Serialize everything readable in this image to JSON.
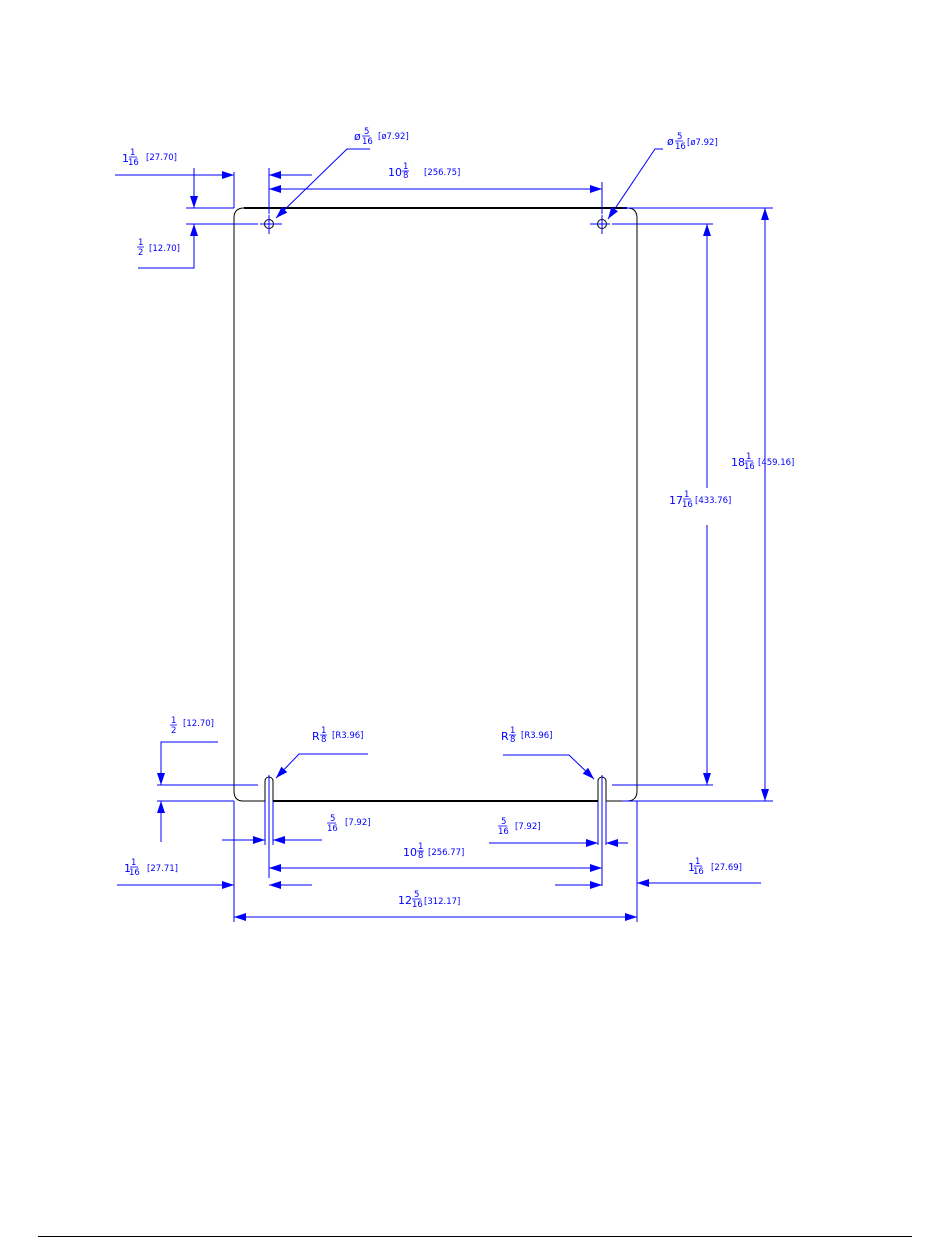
{
  "colors": {
    "dimension": "#0000ff",
    "outline": "#000000",
    "background": "#ffffff"
  },
  "dimensions": {
    "top_left_hole_offset": {
      "whole": "1",
      "num": "1",
      "den": "16",
      "metric": "[27.70]"
    },
    "top_hole_dia_left": {
      "prefix": "ø",
      "num": "5",
      "den": "16",
      "metric": "[ø7.92]"
    },
    "top_hole_dia_right": {
      "prefix": "ø",
      "num": "5",
      "den": "16",
      "metric": "[ø7.92]"
    },
    "top_hole_spacing": {
      "whole": "10",
      "num": "1",
      "den": "8",
      "metric": "[256.75]"
    },
    "top_edge_to_hole": {
      "num": "1",
      "den": "2",
      "metric": "[12.70]"
    },
    "overall_height": {
      "whole": "18",
      "num": "1",
      "den": "16",
      "metric": "[459.16]"
    },
    "hole_to_slot_height": {
      "whole": "17",
      "num": "1",
      "den": "16",
      "metric": "[433.76]"
    },
    "bottom_edge_to_slot": {
      "num": "1",
      "den": "2",
      "metric": "[12.70]"
    },
    "slot_radius_left": {
      "prefix": "R",
      "num": "1",
      "den": "8",
      "metric": "[R3.96]"
    },
    "slot_radius_right": {
      "prefix": "R",
      "num": "1",
      "den": "8",
      "metric": "[R3.96]"
    },
    "slot_width_left": {
      "num": "5",
      "den": "16",
      "metric": "[7.92]"
    },
    "slot_width_right": {
      "num": "5",
      "den": "16",
      "metric": "[7.92]"
    },
    "bottom_slot_spacing": {
      "whole": "10",
      "num": "1",
      "den": "8",
      "metric": "[256.77]"
    },
    "bottom_left_offset": {
      "whole": "1",
      "num": "1",
      "den": "16",
      "metric": "[27.71]"
    },
    "bottom_right_offset": {
      "whole": "1",
      "num": "1",
      "den": "16",
      "metric": "[27.69]"
    },
    "overall_width": {
      "whole": "12",
      "num": "5",
      "den": "16",
      "metric": "[312.17]"
    }
  }
}
